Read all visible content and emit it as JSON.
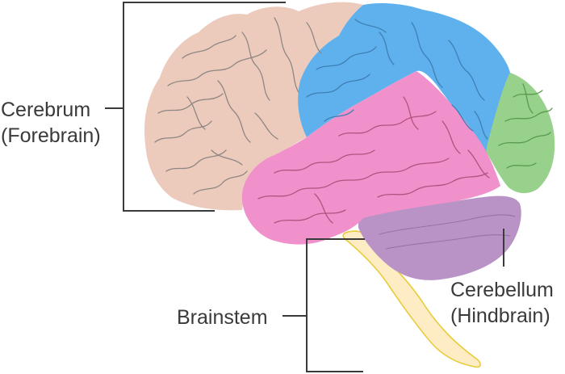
{
  "labels": {
    "cerebrum": {
      "line1": "Cerebrum",
      "line2": "(Forebrain)"
    },
    "cerebellum": {
      "line1": "Cerebellum",
      "line2": "(Hindbrain)"
    },
    "brainstem": {
      "line1": "Brainstem"
    }
  },
  "colors": {
    "frontal_lobe": "#eccbbd",
    "parietal_lobe": "#5eb1ed",
    "occipital_lobe": "#98d18c",
    "temporal_lobe": "#f191cc",
    "cerebellum": "#b993c6",
    "brainstem": "#fdecc4",
    "brainstem_outline": "#e8cc3c",
    "leader_lines": "#3a3a3a",
    "label_text": "#3a3a3a"
  }
}
